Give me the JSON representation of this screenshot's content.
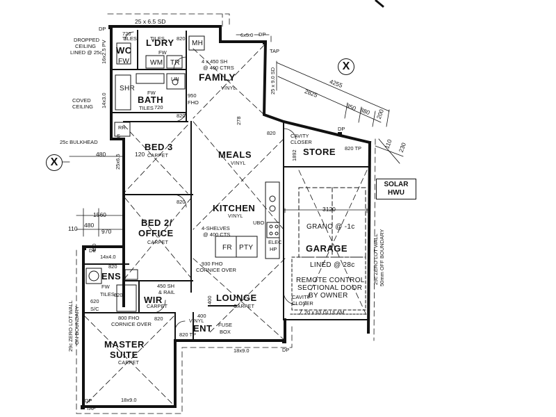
{
  "rooms": {
    "wc": "WC",
    "ldry": "L'DRY",
    "bath": "BATH",
    "family": "FAMILY",
    "family_floor": "VINYL",
    "meals": "MEALS",
    "meals_floor": "VINYL",
    "bed3": "BED 3",
    "bed3_floor": "CARPET",
    "store": "STORE",
    "kitchen": "KITCHEN",
    "kitchen_floor": "VINYL",
    "bed2_line1": "BED 2/",
    "bed2_line2": "OFFICE",
    "bed2_floor": "CARPET",
    "garage": "GARAGE",
    "garage_floor": "GRANO @ -1c",
    "ens": "ENS",
    "wir": "WIR",
    "wir_floor": "CARPET",
    "lounge": "LOUNGE",
    "lounge_floor": "CARPET",
    "master_line1": "MASTER",
    "master_line2": "SUITE",
    "master_floor": "CARPET",
    "ent": "ENT",
    "ent_floor": "VINYL",
    "shr": "SHR",
    "fr": "FR",
    "pty": "PTY",
    "fuse_line1": "FUSE",
    "fuse_line2": "BOX"
  },
  "fixtures": {
    "fw": "FW",
    "wm": "WM",
    "tr": "TR",
    "mh": "MH",
    "lin": "LIN",
    "rr": "RR",
    "ubo": "UBO",
    "elec": "ELEC",
    "hp": "HP",
    "sc": "S/C",
    "tiles": "TILES",
    "dp": "DP",
    "tap": "TAP",
    "rr_s": "S"
  },
  "notes": {
    "dropped_ceiling_1": "DROPPED",
    "dropped_ceiling_2": "CEILING",
    "dropped_ceiling_3": "LINED @ 25c",
    "coved_1": "COVED",
    "coved_2": "CEILING",
    "bulkhead": "25c BULKHEAD",
    "shelves_family_1": "4 x 450 SH",
    "shelves_family_2": "@ 400 CTRS",
    "fho_950": "950",
    "fho_label": "FHO",
    "cavity_closer_1": "CAVITY",
    "cavity_closer_2": "CLOSER",
    "kitchen_shelves_1": "4-SHELVES",
    "kitchen_shelves_2": "@ 400 CTS",
    "cornice_930_1": "930 FHO",
    "cornice_930_2": "CORNICE OVER",
    "sh_rail_1": "450 SH",
    "sh_rail_2": "& RAIL",
    "cornice_800_1": "800 FHO",
    "cornice_800_2": "CORNICE OVER",
    "lined_28c": "LINED @ 28c",
    "remote_1": "REMOTE CONTROL",
    "remote_2": "SECTIONAL DOOR",
    "remote_3": "BY OWNER",
    "glulam": "20 x 63 GLULAM",
    "zero_lot_right_1": "29c ZERO LOT WALL",
    "zero_lot_right_2": "50mm OFF BOUNDARY",
    "zero_lot_left_1": "29c ZERO LOT WALL",
    "zero_lot_left_2": "ON BOUNDARY",
    "solar_1": "SOLAR",
    "solar_2": "HWU",
    "compass_left": "X",
    "compass_top": "X"
  },
  "dimensions": {
    "top_sd": "25 x 6.5 SD",
    "d720a": "720",
    "d720b": "720",
    "d820a": "820",
    "d820b": "820",
    "d820c": "820",
    "d820d": "820",
    "d820e": "820",
    "d820f": "820",
    "d820g": "820",
    "d820tp": "820 TP",
    "d820tp2": "820 TP",
    "d6x5": "6x5.0",
    "d25x9sd": "25 x 9.0 SD",
    "d4255": "4255",
    "d2825": "2825",
    "d350": "350",
    "d880": "880",
    "d200": "200",
    "d110": "110",
    "d230": "230",
    "d278": "278",
    "d1892": "1892",
    "d480a": "480",
    "d120": "120",
    "d25x6_5": "25x6.5",
    "d1560": "1560",
    "d110b": "110",
    "d480b": "480",
    "d970": "970",
    "d3120": "3120",
    "d14x4": "14x4.0",
    "d450": "450",
    "d620": "620",
    "d400a": "400",
    "d400b": "400",
    "d18x9a": "18x9.0",
    "d18x9b": "18x9.0",
    "d16x2_5": "16x2.5 PV",
    "d14x3": "14x3.0"
  }
}
